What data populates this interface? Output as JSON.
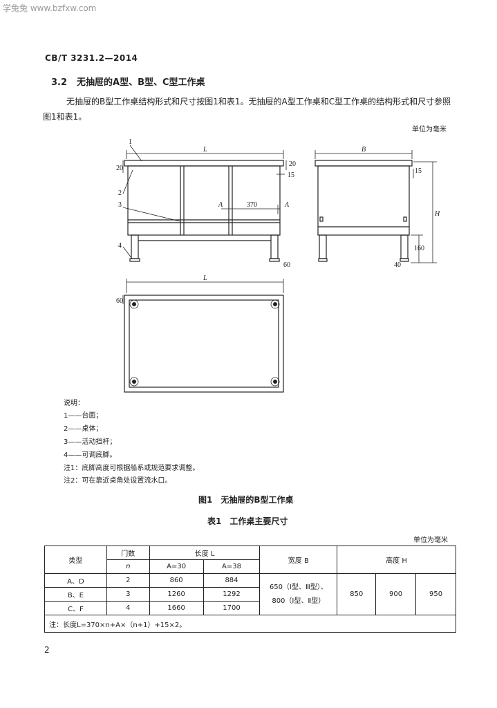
{
  "watermark": "学兔兔 www.bzfxw.com",
  "standard_no": "CB/T 3231.2—2014",
  "section": {
    "number": "3.2",
    "title": "无抽屉的A型、B型、C型工作桌"
  },
  "paragraph": "无抽屉的B型工作桌结构形式和尺寸按图1和表1。无抽屉的A型工作桌和C型工作桌的结构形式和尺寸参照图1和表1。",
  "unit_note": "单位为毫米",
  "drawing_labels": {
    "leader_1": "1",
    "leader_2": "2",
    "leader_3": "3",
    "leader_4": "4",
    "length_L": "L",
    "width_B": "B",
    "height_H": "H",
    "section_A": "A",
    "dim_20a": "20",
    "dim_20b": "20",
    "dim_15a": "15",
    "dim_15b": "15",
    "dim_370": "370",
    "dim_60a": "60",
    "dim_40": "40",
    "dim_160": "160",
    "dim_60b": "60"
  },
  "legend": {
    "heading": "说明：",
    "items": [
      "1——台面；",
      "2——桌体；",
      "3——活动挡杆；",
      "4——可调底脚。"
    ],
    "notes": [
      "注1：底脚高度可根据船系或规范要求调整。",
      "注2：可在靠近桌角处设置流水口。"
    ]
  },
  "figure_caption": "图1　无抽屉的B型工作桌",
  "table_caption": "表1　工作桌主要尺寸",
  "table_unit": "单位为毫米",
  "table": {
    "headers": {
      "type": "类型",
      "doors": "门数",
      "doors_sub": "n",
      "length": "长度 L",
      "len_a30": "A=30",
      "len_a38": "A=38",
      "width": "宽度 B",
      "height": "高度 H"
    },
    "rows": [
      {
        "type": "A、D",
        "n": "2",
        "a30": "860",
        "a38": "884"
      },
      {
        "type": "B、E",
        "n": "3",
        "a30": "1260",
        "a38": "1292"
      },
      {
        "type": "C、F",
        "n": "4",
        "a30": "1660",
        "a38": "1700"
      }
    ],
    "width_value": "650（Ⅰ型、Ⅲ型）、800（Ⅰ型、Ⅱ型）",
    "heights": [
      "850",
      "900",
      "950"
    ],
    "footnote": "注：长度L=370×n+A×（n+1）+15×2。"
  },
  "page_number": "2"
}
